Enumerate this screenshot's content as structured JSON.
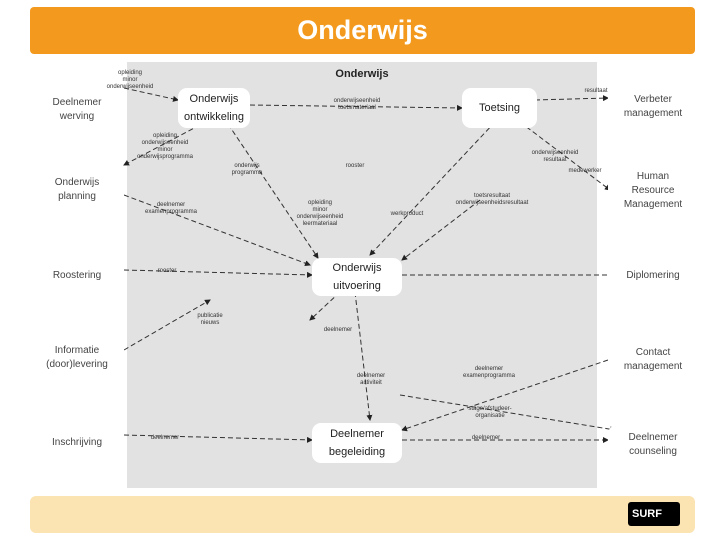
{
  "title": "Onderwijs",
  "core": {
    "title": "Onderwijs"
  },
  "core_boxes": {
    "ontwikkeling": "Onderwijs\nontwikkeling",
    "toetsing": "Toetsing",
    "uitvoering": "Onderwijs\nuitvoering",
    "begeleiding": "Deelnemer\nbegeleiding"
  },
  "left_nodes": {
    "werving": "Deelnemer\nwerving",
    "planning": "Onderwijs\nplanning",
    "roostering": "Roostering",
    "informatie": "Informatie\n(door)levering",
    "inschrijving": "Inschrijving"
  },
  "right_nodes": {
    "verbeter": "Verbeter\nmanagement",
    "hrm": "Human\nResource\nManagement",
    "diplomering": "Diplomering",
    "contact": "Contact\nmanagement",
    "counseling": "Deelnemer\ncounseling"
  },
  "flow_labels": {
    "opleiding_top": "opleiding\nminor\nonderwijseenheid",
    "resultaat": "resultaat",
    "toetsmateriaal": "onderwijseenheid\ntoetsmateriaal",
    "opleiding_prog": "opleiding\nonderwijseenheid\nminor\nonderwijsprogramma",
    "onderwijsprogramma": "onderwijs\nprogramma",
    "rooster_top": "rooster",
    "ondresultaat": "onderwijseenheid\nresultaat",
    "medewerker": "medewerker",
    "deelnemer_examen": "deelnemer\nexamenprogramma",
    "opleiding_leer": "opleiding\nminor\nonderwijseenheid\nleermateriaal",
    "werkproduct": "werkproduct",
    "toetsresultaat": "toetsresultaat\nonderwijseenheidsresultaat",
    "rooster_mid": "rooster",
    "publicatie": "publicatie\nnieuws",
    "deelnemer_mid": "deelnemer",
    "deelnemer_activiteit": "deelnemer\nactiviteit",
    "deelnemer_examen2": "deelnemer\nexamenprogramma",
    "stage": "stage/afstudeer-\norganisatie",
    "deelnemer_left": "deelnemer",
    "deelnemer_right": "deelnemer"
  },
  "logo": "SURF",
  "colors": {
    "orange": "#f39a1e",
    "grey": "#e2e2e2",
    "footer": "#fbe3b2"
  }
}
